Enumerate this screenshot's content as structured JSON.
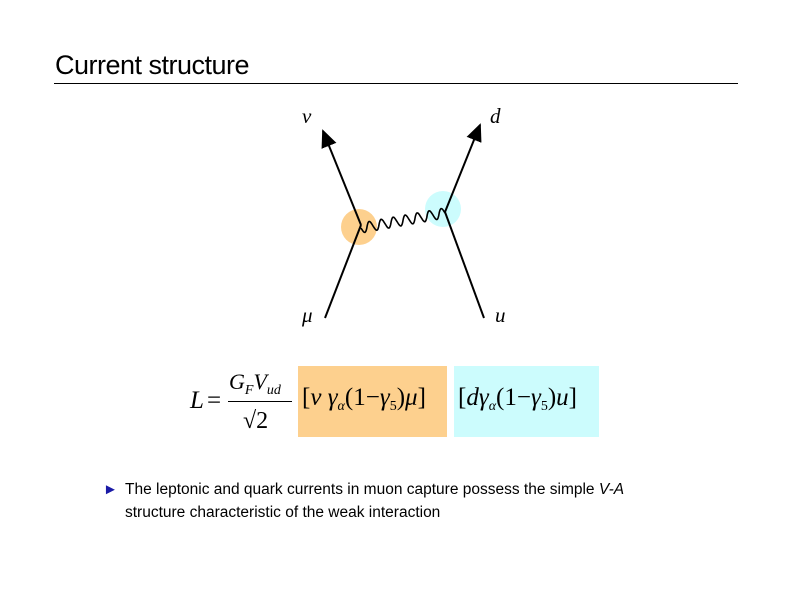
{
  "slide": {
    "title": "Current structure"
  },
  "diagram": {
    "labels": {
      "nu": "ν",
      "d": "d",
      "mu": "μ",
      "u": "u"
    },
    "colors": {
      "lepton_vertex": "#fdd08e",
      "quark_vertex": "#ccfcfd"
    }
  },
  "equation": {
    "lhs": "L",
    "eq": "=",
    "num_G": "G",
    "num_F": "F",
    "num_V": "V",
    "num_ud": "ud",
    "den": "√2",
    "lepton": {
      "open": "[",
      "nu": "ν",
      "gamma": "γ",
      "alpha": "α",
      "paren1": "(1−",
      "gamma5": "γ",
      "five": "5",
      "paren2": ")",
      "mu": "μ",
      "close": "]"
    },
    "quark": {
      "open": "[",
      "d": "d",
      "gamma": "γ",
      "alpha": "α",
      "paren1": "(1−",
      "gamma5": "γ",
      "five": "5",
      "paren2": ")",
      "u": "u",
      "close": "]"
    }
  },
  "bullet": {
    "icon": "triangle-right-icon",
    "glyph": "►",
    "text1": "The leptonic and quark currents in muon capture possess the simple ",
    "emph": "V-A",
    "text2": "structure characteristic of the weak interaction"
  }
}
